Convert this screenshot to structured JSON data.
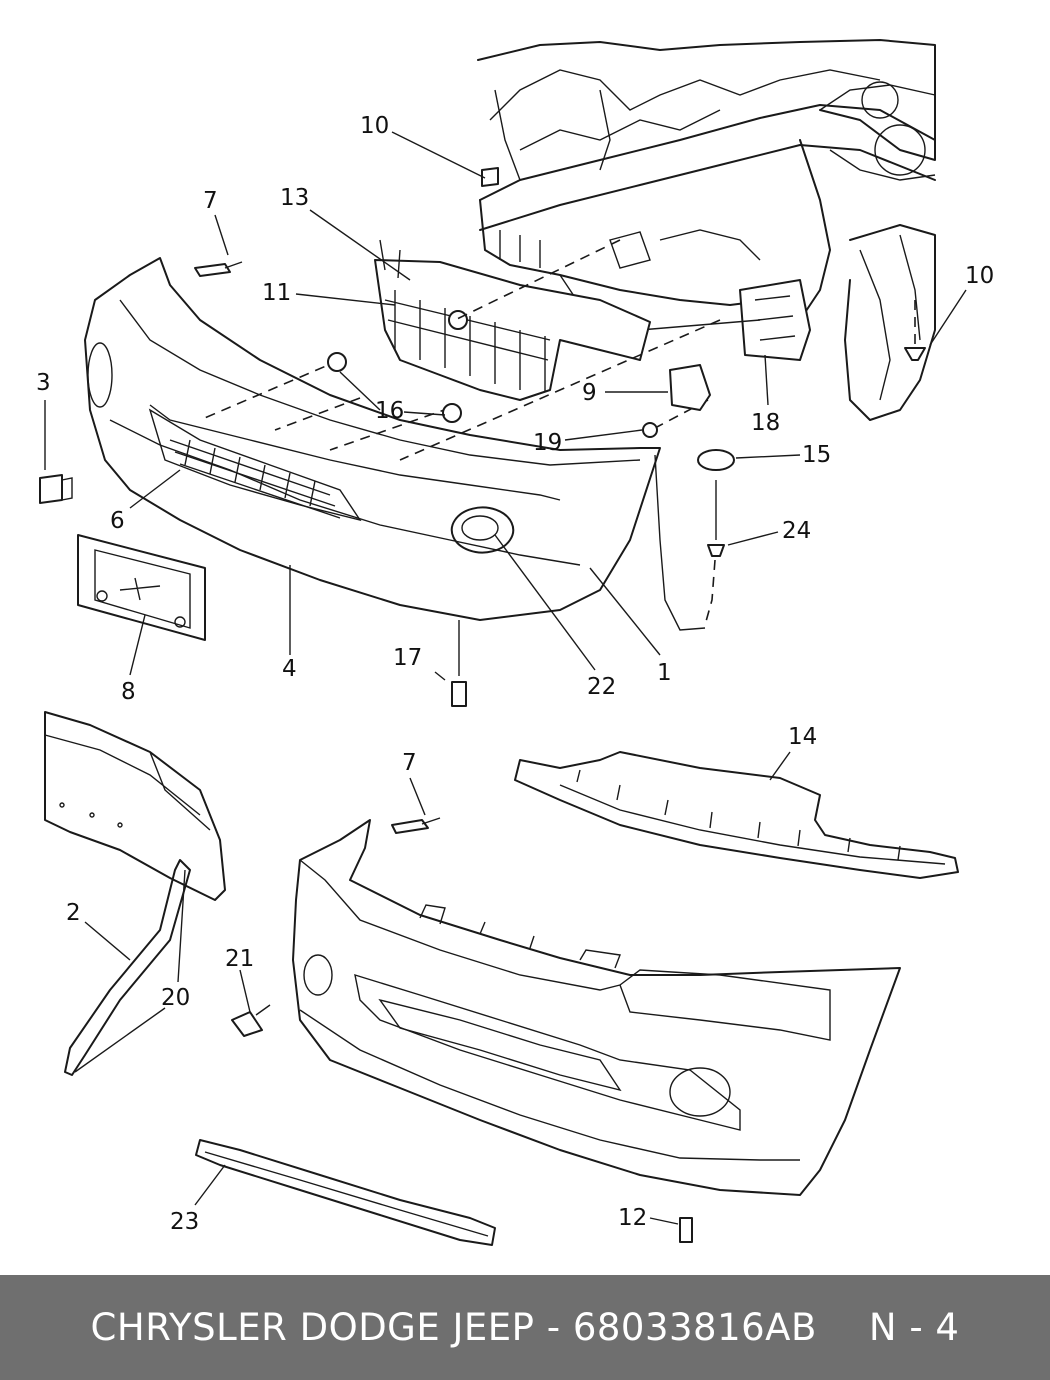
{
  "diagram": {
    "callouts": {
      "c1": "1",
      "c2": "2",
      "c3": "3",
      "c4": "4",
      "c6": "6",
      "c7a": "7",
      "c7b": "7",
      "c8": "8",
      "c9": "9",
      "c10a": "10",
      "c10b": "10",
      "c11": "11",
      "c12": "12",
      "c13": "13",
      "c14": "14",
      "c15": "15",
      "c16": "16",
      "c17": "17",
      "c18": "18",
      "c19": "19",
      "c20": "20",
      "c21": "21",
      "c22": "22",
      "c23": "23",
      "c24": "24"
    }
  },
  "footer": {
    "part_text": "CHRYSLER DODGE JEEP - 68033816AB",
    "page_ref": "N - 4"
  }
}
